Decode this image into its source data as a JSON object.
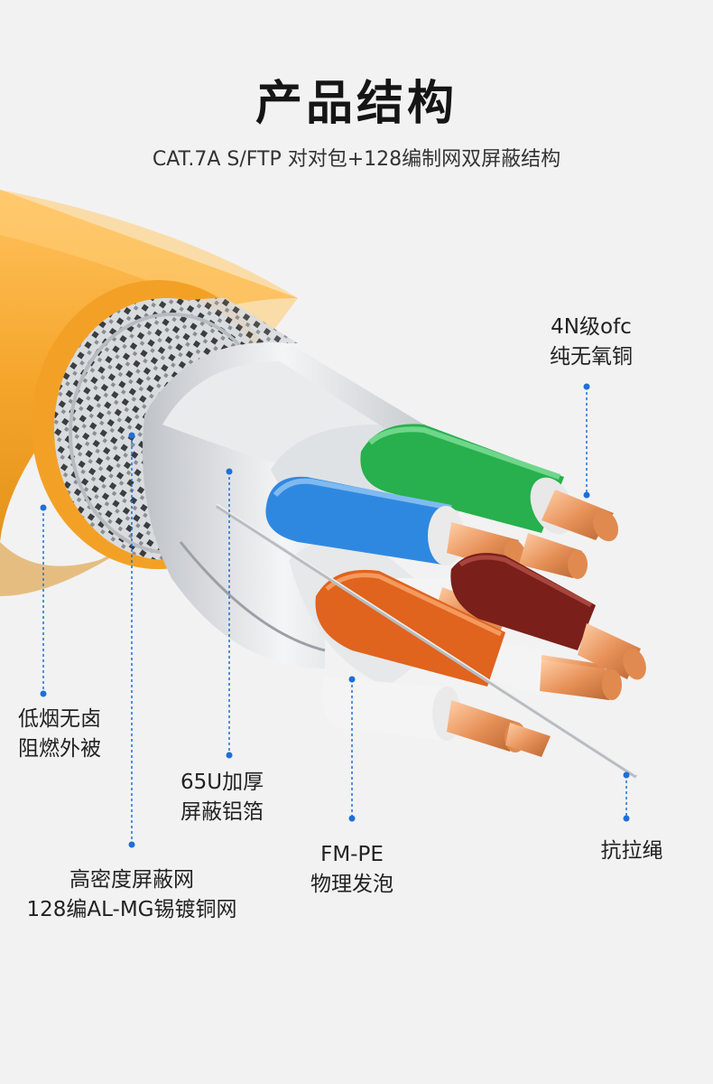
{
  "header": {
    "title": "产品结构",
    "subtitle": "CAT.7A S/FTP 对对包+128编制网双屏蔽结构"
  },
  "labels": {
    "conductor": {
      "line1": "4N级ofc",
      "line2": "纯无氧铜"
    },
    "jacket": {
      "line1": "低烟无卤",
      "line2": "阻燃外被"
    },
    "foil": {
      "line1": "65U加厚",
      "line2": "屏蔽铝箔"
    },
    "braid": {
      "line1": "高密度屏蔽网",
      "line2": "128编AL-MG锡镀铜网"
    },
    "insulation": {
      "line1": "FM-PE",
      "line2": "物理发泡"
    },
    "ripcord": {
      "line1": "抗拉绳"
    }
  },
  "colors": {
    "jacket": "#f5a830",
    "pointer": "#1e6fd8",
    "wire_green": "#27b04d",
    "wire_blue": "#2f88e0",
    "wire_orange": "#e0631e",
    "wire_brown": "#7a1f1a",
    "copper": "#e8925a"
  }
}
